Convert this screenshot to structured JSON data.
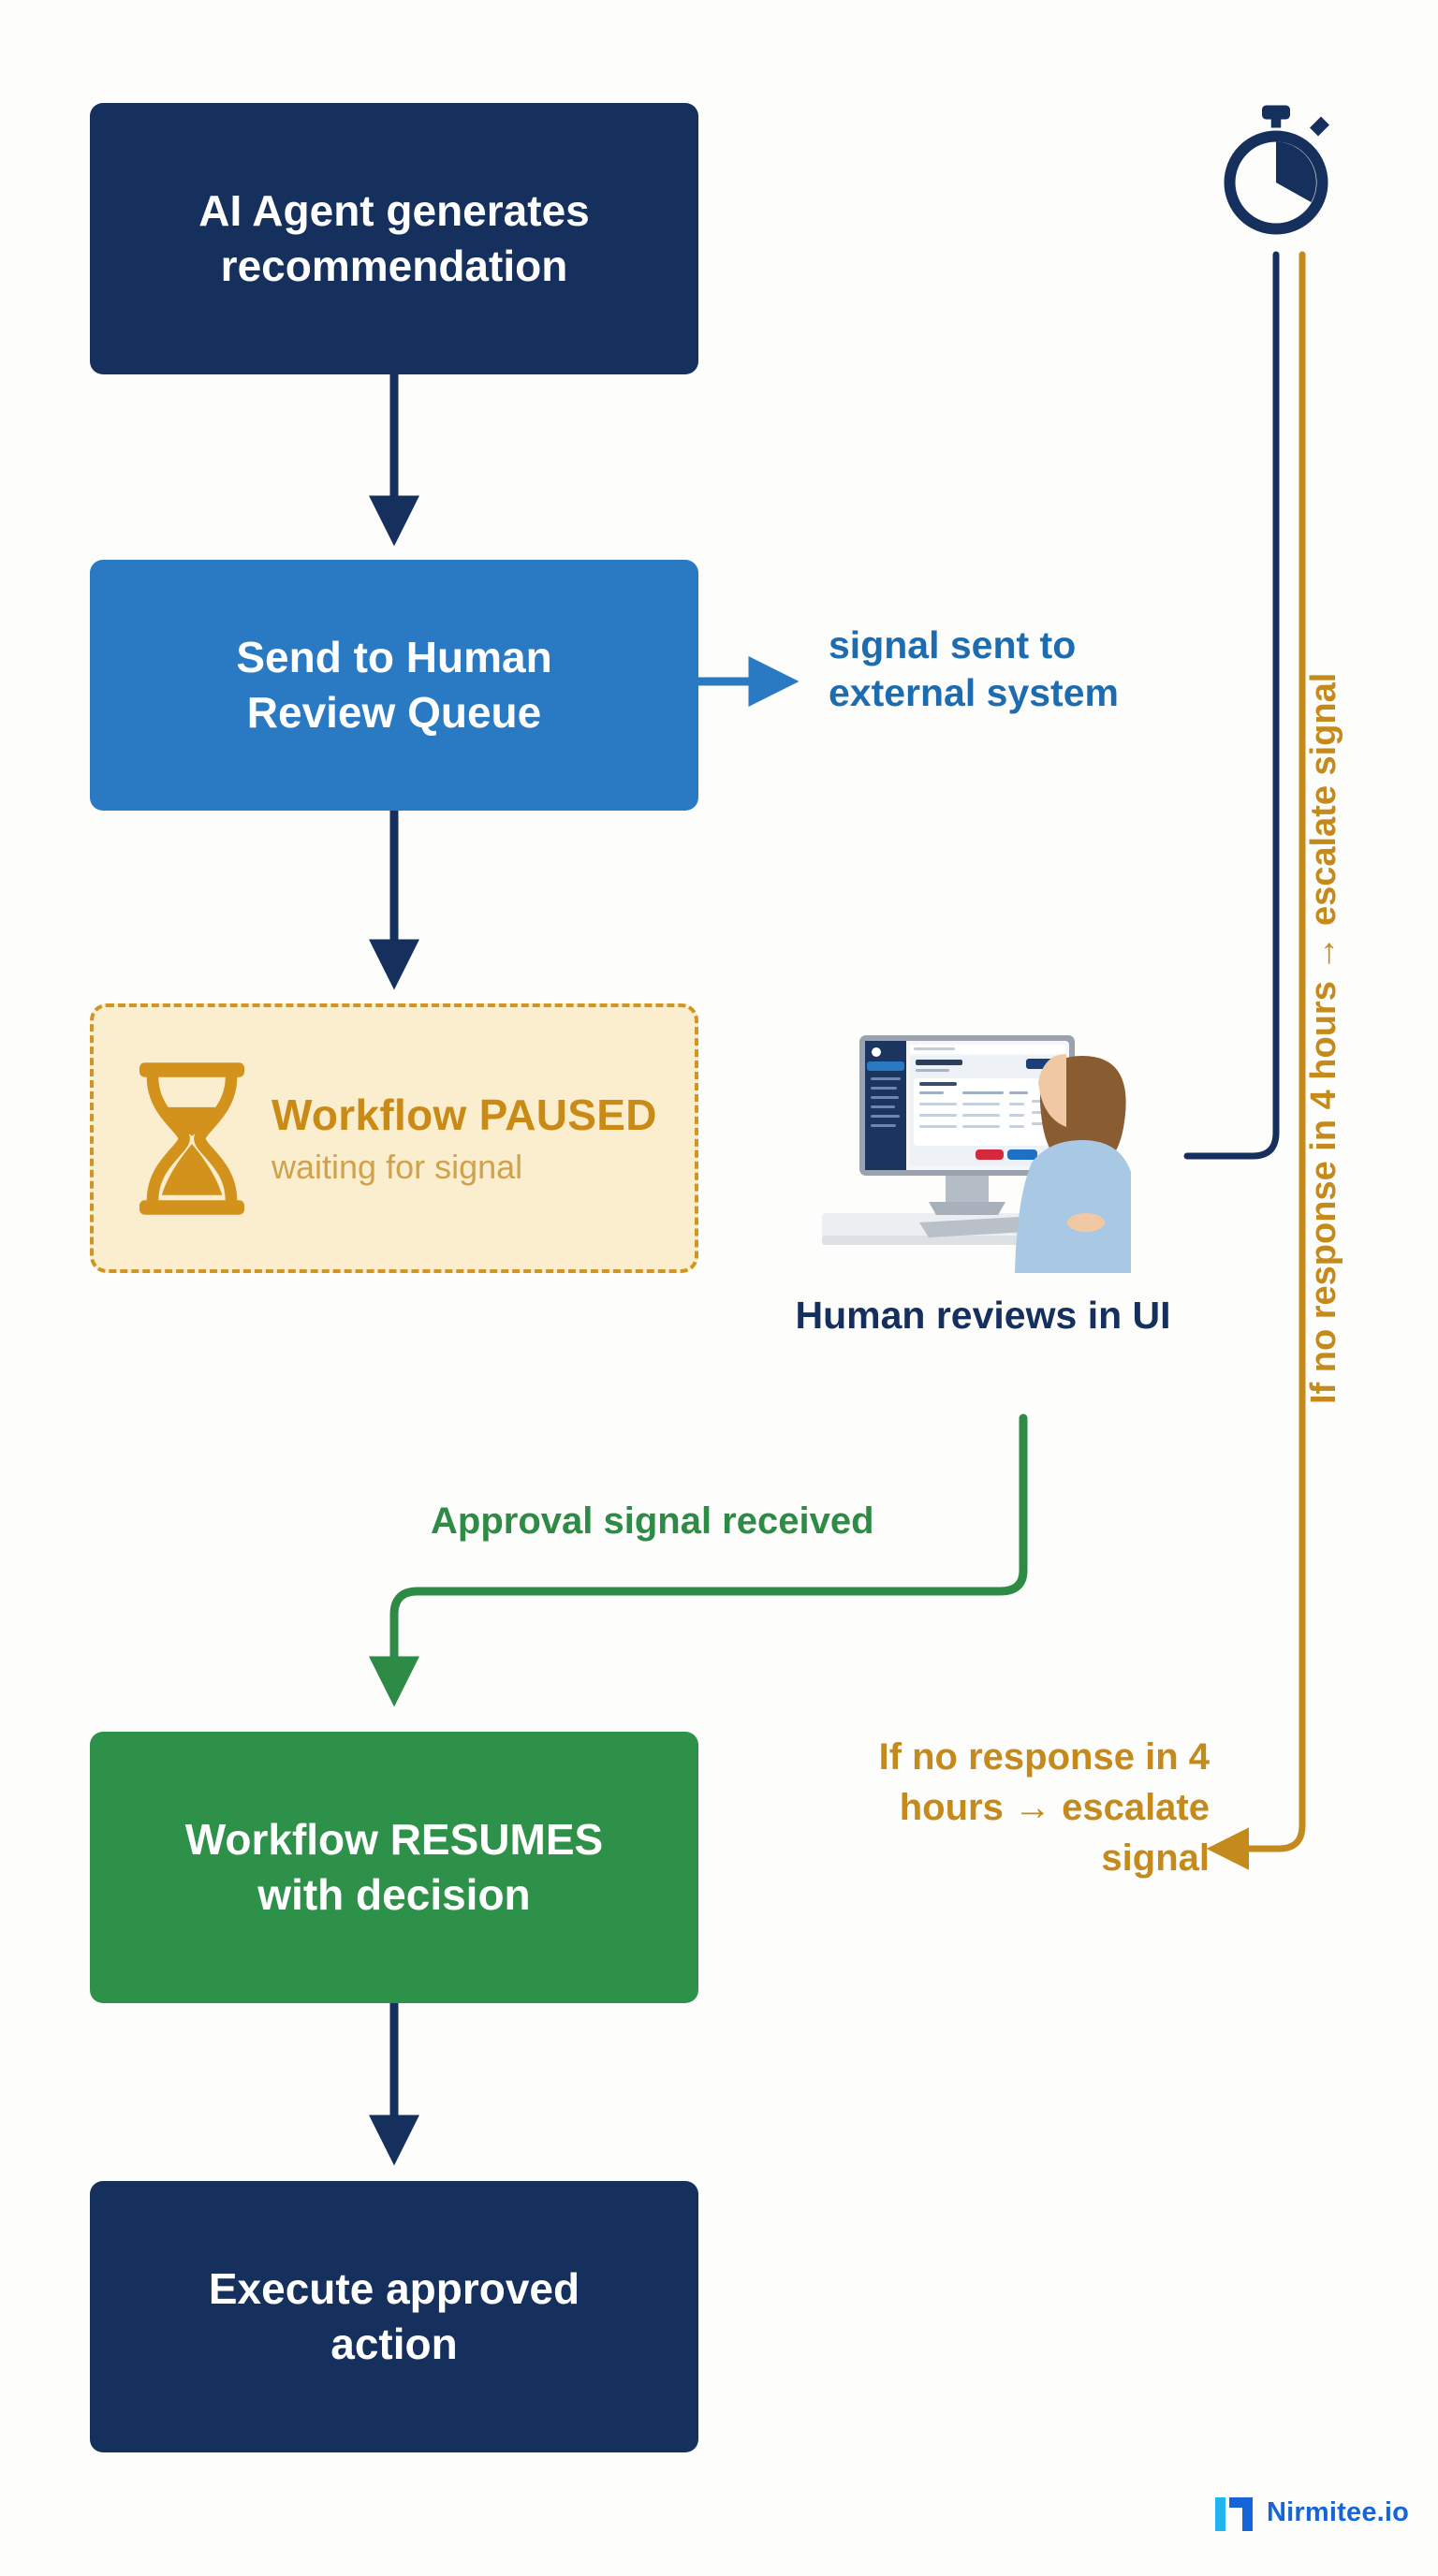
{
  "diagram": {
    "title": "Human-in-the-loop workflow pause and escalation",
    "nodes": {
      "agent": {
        "line1": "AI Agent generates",
        "line2": "recommendation",
        "color": "#16305e"
      },
      "queue": {
        "line1": "Send to Human",
        "line2": "Review Queue",
        "color": "#2a7ac3"
      },
      "paused": {
        "title_line1": "Workflow",
        "title_line2": "PAUSED",
        "subtitle": "waiting for signal",
        "icon": "hourglass-icon",
        "border_color": "#d19621",
        "fill_color": "#fbeecf",
        "text_color": "#c98a16"
      },
      "resume": {
        "line1": "Workflow RESUMES",
        "line2": "with decision",
        "color": "#2e9149"
      },
      "execute": {
        "line1": "Execute approved",
        "line2": "action",
        "color": "#16305e"
      }
    },
    "labels": {
      "signal_sent": {
        "line1": "signal sent to",
        "line2": "external system",
        "color": "#1e6cb0"
      },
      "human_reviews": {
        "line1": "Human reviews",
        "line2": "in UI",
        "color": "#16305e"
      },
      "approval_signal": {
        "text": "Approval signal received",
        "color": "#2e8b45"
      },
      "escalate_horizontal": {
        "line1": "If no response",
        "line2": "in 4 hours →",
        "line3": "escalate signal",
        "color": "#c58a1c"
      },
      "escalate_vertical": {
        "text": "If no response in 4 hours → escalate signal",
        "color": "#c58a1c"
      }
    },
    "icons": {
      "stopwatch": {
        "name": "stopwatch-icon",
        "color": "#16305e"
      },
      "illustration": {
        "name": "person-at-computer-illustration"
      }
    },
    "connectors": [
      {
        "name": "agent-to-queue",
        "color": "#16305e",
        "style": "solid-arrow"
      },
      {
        "name": "queue-to-paused",
        "color": "#16305e",
        "style": "solid-arrow"
      },
      {
        "name": "queue-to-external-system",
        "color": "#2a7ac3",
        "style": "solid-arrow"
      },
      {
        "name": "stopwatch-to-human",
        "color": "#16305e",
        "style": "elbow"
      },
      {
        "name": "human-to-resume",
        "color": "#2e8b45",
        "style": "elbow-arrow"
      },
      {
        "name": "stopwatch-to-escalate",
        "color": "#c58a1c",
        "style": "elbow-arrow"
      },
      {
        "name": "resume-to-execute",
        "color": "#16305e",
        "style": "solid-arrow"
      }
    ]
  },
  "branding": {
    "logo_text": "Nirmitee.io",
    "logo_mark_colors": {
      "cyan": "#21b6f0",
      "blue": "#1565d8"
    }
  }
}
